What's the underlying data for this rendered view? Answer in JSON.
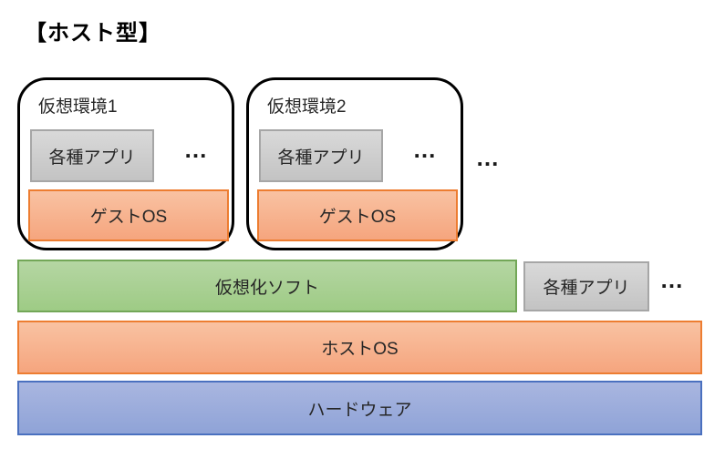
{
  "title": "【ホスト型】",
  "vm_boxes": [
    {
      "label": "仮想環境1",
      "app": "各種アプリ",
      "app_ellipsis": "…",
      "guest_os": "ゲストOS"
    },
    {
      "label": "仮想環境2",
      "app": "各種アプリ",
      "app_ellipsis": "…",
      "guest_os": "ゲストOS"
    }
  ],
  "more_vms_ellipsis": "…",
  "stack": {
    "virtualization_software": "仮想化ソフト",
    "host_app": "各種アプリ",
    "host_app_ellipsis": "…",
    "host_os": "ホストOS",
    "hardware": "ハードウェア"
  },
  "colors": {
    "gray_fill": "#cecece",
    "gray_border": "#a6a6a6",
    "orange_fill": "#f5a57e",
    "orange_border": "#ed7d31",
    "green_fill": "#9ecb85",
    "green_border": "#73a758",
    "blue_fill": "#8fa3d7",
    "blue_border": "#4a70bf",
    "outline": "#000000"
  }
}
